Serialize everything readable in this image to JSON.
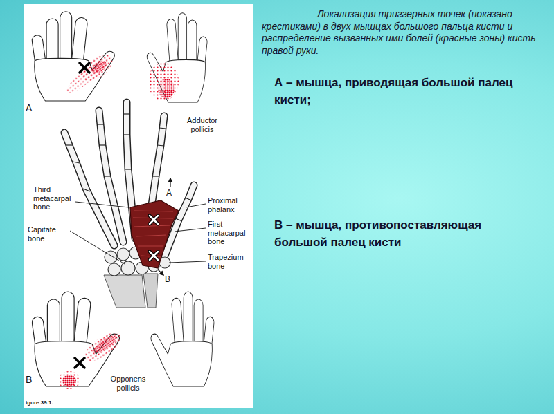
{
  "diagram": {
    "title": "Локализация триггерных точек (показано крестиками) в двух мышцах большого пальца кисти и распределение вызванных ими болей (красные зоны) кисть правой руки.",
    "labels": [
      "A",
      "Adductor pollicis",
      "Third metacarpal bone",
      "Capitate bone",
      "A",
      "Proximal phalanx",
      "First metacarpal bone",
      "Trapezium bone",
      "B",
      "B",
      "Opponens pollicis",
      "igure 39.1.",
      "А – мышца, приводящая большой палец кисти;",
      "В – мышца, противопоставляющая большой палец кисти"
    ]
  }
}
